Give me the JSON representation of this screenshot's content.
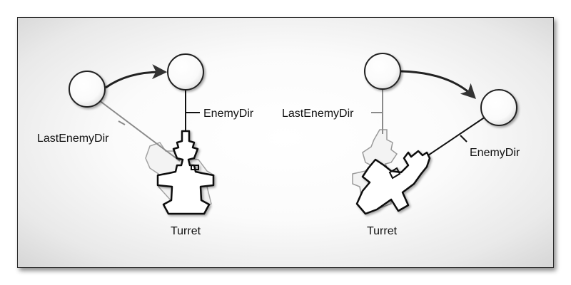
{
  "left_panel": {
    "labels": {
      "enemy_dir": "EnemyDir",
      "last_enemy_dir": "LastEnemyDir",
      "turret": "Turret"
    }
  },
  "right_panel": {
    "labels": {
      "enemy_dir": "EnemyDir",
      "last_enemy_dir": "LastEnemyDir",
      "turret": "Turret"
    }
  },
  "colors": {
    "line": "#111111",
    "ghost_line": "#8a8a8a",
    "frame": "#2a2a2a"
  }
}
